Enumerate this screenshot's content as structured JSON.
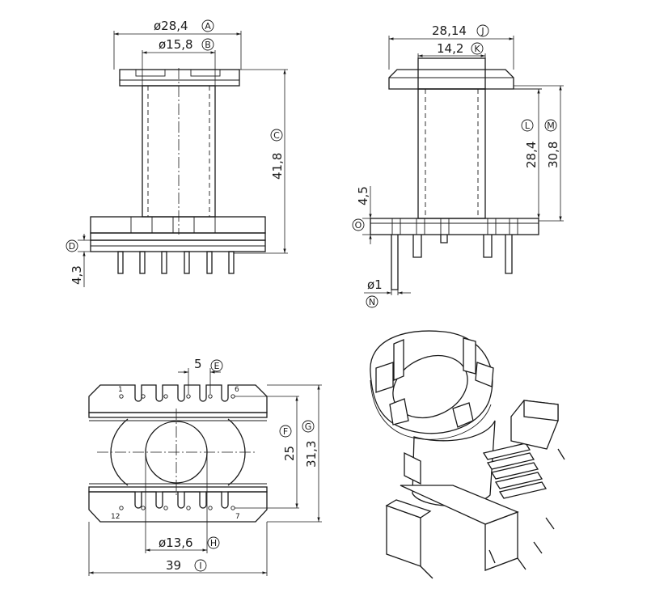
{
  "views": {
    "front": {
      "dims": {
        "a": {
          "value": "ø28,4",
          "letter": "A"
        },
        "b": {
          "value": "ø15,8",
          "letter": "B"
        },
        "c": {
          "value": "41,8",
          "letter": "C"
        },
        "d": {
          "value": "4,3",
          "letter": "D"
        }
      }
    },
    "side": {
      "dims": {
        "j": {
          "value": "28,14",
          "letter": "J"
        },
        "k": {
          "value": "14,2",
          "letter": "K"
        },
        "l": {
          "value": "28,4",
          "letter": "L"
        },
        "m": {
          "value": "30,8",
          "letter": "M"
        },
        "o": {
          "value": "4,5",
          "letter": "O"
        },
        "n": {
          "value": "ø1",
          "letter": "N"
        }
      }
    },
    "bottom": {
      "dims": {
        "e": {
          "value": "5",
          "letter": "E"
        },
        "f": {
          "value": "25",
          "letter": "F"
        },
        "g": {
          "value": "31,3",
          "letter": "G"
        },
        "h": {
          "value": "ø13,6",
          "letter": "H"
        },
        "i": {
          "value": "39",
          "letter": "I"
        }
      },
      "pins": {
        "p1": "1",
        "p6": "6",
        "p12": "12",
        "p7": "7"
      }
    }
  }
}
